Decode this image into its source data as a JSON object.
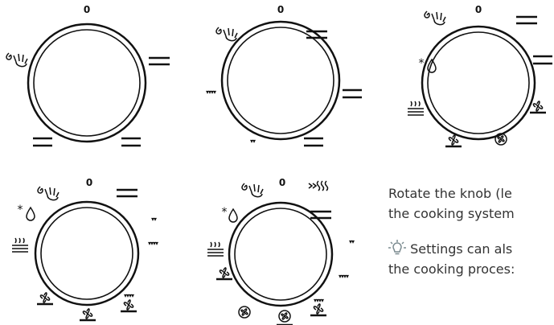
{
  "knobs": [
    {
      "zero_label": "0"
    },
    {
      "zero_label": "0"
    },
    {
      "zero_label": "0"
    },
    {
      "zero_label": "0"
    },
    {
      "zero_label": "0"
    }
  ],
  "instructions": {
    "line1": "Rotate the knob (le",
    "line2": "the cooking system",
    "tip_line1": "Settings can als",
    "tip_line2": "the cooking proces:"
  },
  "colors": {
    "ink": "#111111",
    "text": "#333333",
    "tip_icon": "#7a8a8f"
  },
  "icons": [
    "hand-wash-icon",
    "drop-icon",
    "snowflake-icon",
    "fan-icon",
    "plate-warming-icon",
    "bulb-icon"
  ]
}
